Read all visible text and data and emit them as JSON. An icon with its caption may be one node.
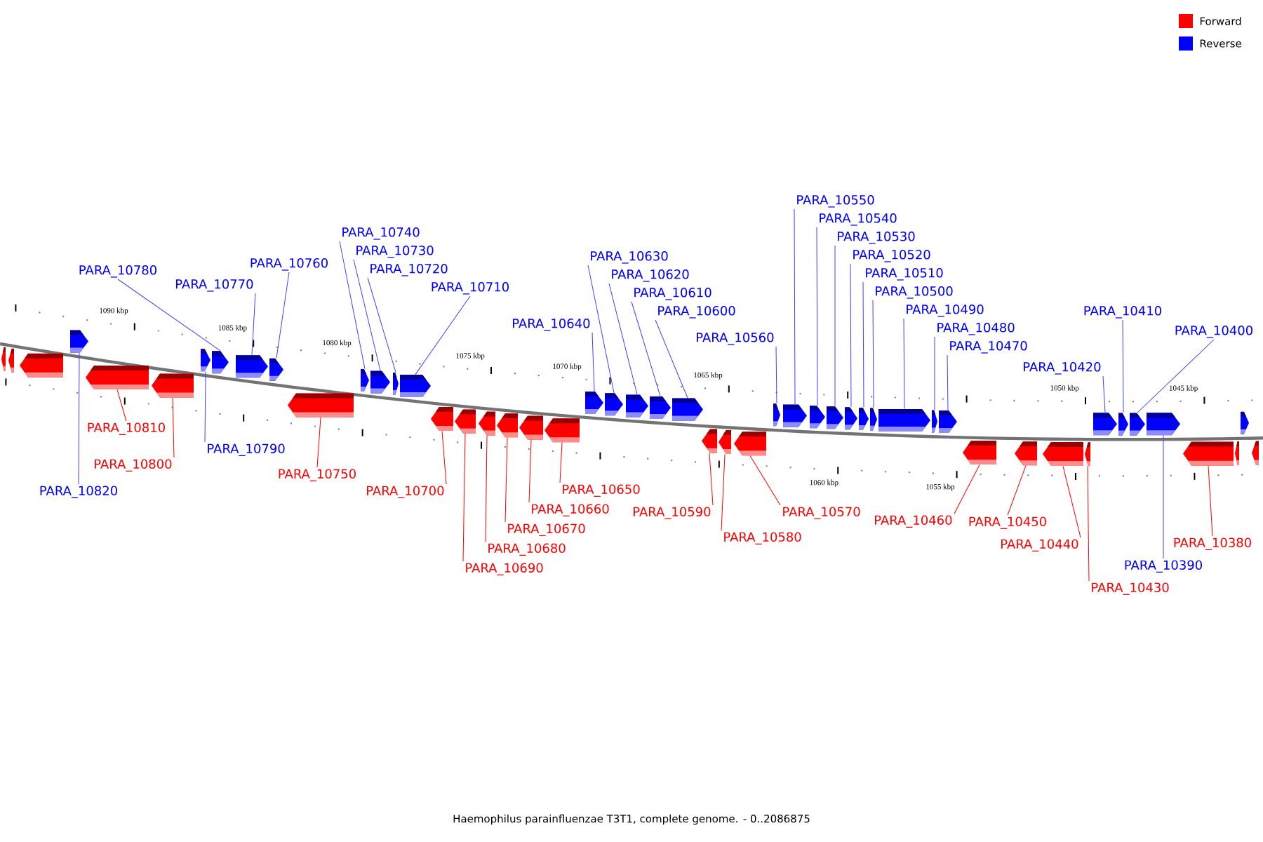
{
  "diagram": {
    "caption": "Haemophilus parainfluenzae T3T1, complete genome. - 0..2086875",
    "nodes": [
      {
        "text": [],
        "shape": "arrow"
      },
      {
        "text": [],
        "shape": "arrow"
      },
      {
        "text": [],
        "shape": "arrow"
      },
      {
        "text": [],
        "shape": "arrow"
      },
      {
        "text": [],
        "shape": "arrow"
      },
      {
        "text": [],
        "shape": "arrow"
      },
      {
        "text": [],
        "shape": "arrow"
      },
      {
        "text": [],
        "shape": "arrow"
      },
      {
        "text": [],
        "shape": "arrow"
      },
      {
        "text": [],
        "shape": "arrow"
      },
      {
        "text": [],
        "shape": "arrow"
      },
      {
        "text": [],
        "shape": "arrow"
      },
      {
        "text": [],
        "shape": "arrow"
      },
      {
        "text": [],
        "shape": "arrow"
      },
      {
        "text": [],
        "shape": "arrow"
      },
      {
        "text": [],
        "shape": "arrow"
      },
      {
        "text": [],
        "shape": "arrow"
      },
      {
        "text": [],
        "shape": "arrow"
      },
      {
        "text": [],
        "shape": "arrow"
      },
      {
        "text": [],
        "shape": "arrow"
      },
      {
        "text": [],
        "shape": "arrow"
      },
      {
        "text": [],
        "shape": "arrow"
      },
      {
        "text": [],
        "shape": "arrow"
      },
      {
        "text": [],
        "shape": "arrow"
      },
      {
        "text": [],
        "shape": "arrow"
      },
      {
        "text": [],
        "shape": "arrow"
      },
      {
        "text": [],
        "shape": "arrow"
      },
      {
        "text": [],
        "shape": "arrow"
      },
      {
        "text": [],
        "shape": "arrow"
      },
      {
        "text": [],
        "shape": "arrow"
      },
      {
        "text": [],
        "shape": "arrow"
      },
      {
        "text": [],
        "shape": "arrow"
      },
      {
        "text": [],
        "shape": "arrow"
      },
      {
        "text": [],
        "shape": "arrow"
      },
      {
        "text": [],
        "shape": "arrow"
      },
      {
        "text": [],
        "shape": "arrow"
      },
      {
        "text": [],
        "shape": "arrow"
      },
      {
        "text": [],
        "shape": "arrow"
      },
      {
        "text": [],
        "shape": "arrow"
      },
      {
        "text": [],
        "shape": "arrow"
      },
      {
        "text": [],
        "shape": "arrow"
      },
      {
        "text": [],
        "shape": "arrow"
      },
      {
        "text": [],
        "shape": "arrow"
      },
      {
        "text": [],
        "shape": "arrow"
      },
      {
        "text": [],
        "shape": "arrow"
      },
      {
        "text": [],
        "shape": "arrow"
      },
      {
        "text": [],
        "shape": "arrow"
      },
      {
        "text": [],
        "shape": "arrow"
      },
      {
        "text": [],
        "shape": "arrow"
      },
      {
        "text": [],
        "shape": "arrow"
      },
      {
        "text": [],
        "shape": "arrow"
      },
      {
        "text": [
          "PARA_10820"
        ]
      },
      {
        "text": [
          "PARA_10810"
        ]
      },
      {
        "text": [
          "PARA_10800"
        ]
      },
      {
        "text": [
          "PARA_10790"
        ]
      },
      {
        "text": [
          "PARA_10780"
        ]
      },
      {
        "text": [
          "PARA_10770"
        ]
      },
      {
        "text": [
          "PARA_10760"
        ]
      },
      {
        "text": [
          "PARA_10750"
        ]
      },
      {
        "text": [
          "PARA_10740"
        ]
      },
      {
        "text": [
          "PARA_10730"
        ]
      },
      {
        "text": [
          "PARA_10720"
        ]
      },
      {
        "text": [
          "PARA_10710"
        ]
      },
      {
        "text": [
          "PARA_10700"
        ]
      },
      {
        "text": [
          "PARA_10690"
        ]
      },
      {
        "text": [
          "PARA_10680"
        ]
      },
      {
        "text": [
          "PARA_10670"
        ]
      },
      {
        "text": [
          "PARA_10660"
        ]
      },
      {
        "text": [
          "PARA_10650"
        ]
      },
      {
        "text": [
          "PARA_10640"
        ]
      },
      {
        "text": [
          "PARA_10630"
        ]
      },
      {
        "text": [
          "PARA_10620"
        ]
      },
      {
        "text": [
          "PARA_10610"
        ]
      },
      {
        "text": [
          "PARA_10600"
        ]
      },
      {
        "text": [
          "PARA_10590"
        ]
      },
      {
        "text": [
          "PARA_10580"
        ]
      },
      {
        "text": [
          "PARA_10570"
        ]
      },
      {
        "text": [
          "PARA_10560"
        ]
      },
      {
        "text": [
          "PARA_10550"
        ]
      },
      {
        "text": [
          "PARA_10540"
        ]
      },
      {
        "text": [
          "PARA_10530"
        ]
      },
      {
        "text": [
          "PARA_10520"
        ]
      },
      {
        "text": [
          "PARA_10510"
        ]
      },
      {
        "text": [
          "PARA_10500"
        ]
      },
      {
        "text": [
          "PARA_10490"
        ]
      },
      {
        "text": [
          "PARA_10480"
        ]
      },
      {
        "text": [
          "PARA_10470"
        ]
      },
      {
        "text": [
          "PARA_10460"
        ]
      },
      {
        "text": [
          "PARA_10450"
        ]
      },
      {
        "text": [
          "PARA_10440"
        ]
      },
      {
        "text": [
          "PARA_10430"
        ]
      },
      {
        "text": [
          "PARA_10420"
        ]
      },
      {
        "text": [
          "PARA_10410"
        ]
      },
      {
        "text": [
          "PARA_10400"
        ]
      },
      {
        "text": [
          "PARA_10390"
        ]
      },
      {
        "text": [
          "PARA_10380"
        ]
      }
    ],
    "edges": [
      {
        "from": 51,
        "to": 3,
        "arrow": "none"
      },
      {
        "from": 52,
        "to": 4,
        "arrow": "none",
        "color": "#ff0000"
      },
      {
        "from": 53,
        "to": 5,
        "arrow": "none",
        "color": "#ff0000"
      },
      {
        "from": 54,
        "to": 6,
        "arrow": "none"
      },
      {
        "from": 55,
        "to": 7,
        "arrow": "none"
      },
      {
        "from": 56,
        "to": 8,
        "arrow": "none"
      },
      {
        "from": 57,
        "to": 9,
        "arrow": "none"
      },
      {
        "from": 58,
        "to": 10,
        "arrow": "none",
        "color": "#ff0000"
      },
      {
        "from": 59,
        "to": 11,
        "arrow": "none"
      },
      {
        "from": 60,
        "to": 12,
        "arrow": "none"
      },
      {
        "from": 61,
        "to": 13,
        "arrow": "none"
      },
      {
        "from": 62,
        "to": 14,
        "arrow": "none"
      },
      {
        "from": 63,
        "to": 15,
        "arrow": "none",
        "color": "#ff0000"
      },
      {
        "from": 64,
        "to": 16,
        "arrow": "none",
        "color": "#ff0000"
      },
      {
        "from": 65,
        "to": 17,
        "arrow": "none",
        "color": "#ff0000"
      },
      {
        "from": 66,
        "to": 18,
        "arrow": "none",
        "color": "#ff0000"
      },
      {
        "from": 67,
        "to": 19,
        "arrow": "none",
        "color": "#ff0000"
      },
      {
        "from": 68,
        "to": 20,
        "arrow": "none",
        "color": "#ff0000"
      },
      {
        "from": 69,
        "to": 21,
        "arrow": "none"
      },
      {
        "from": 70,
        "to": 22,
        "arrow": "none"
      },
      {
        "from": 71,
        "to": 23,
        "arrow": "none"
      },
      {
        "from": 72,
        "to": 24,
        "arrow": "none"
      },
      {
        "from": 73,
        "to": 25,
        "arrow": "none"
      },
      {
        "from": 74,
        "to": 26,
        "arrow": "none",
        "color": "#ff0000"
      },
      {
        "from": 75,
        "to": 27,
        "arrow": "none",
        "color": "#ff0000"
      },
      {
        "from": 76,
        "to": 28,
        "arrow": "none",
        "color": "#ff0000"
      },
      {
        "from": 77,
        "to": 29,
        "arrow": "none"
      },
      {
        "from": 78,
        "to": 30,
        "arrow": "none"
      },
      {
        "from": 79,
        "to": 31,
        "arrow": "none"
      },
      {
        "from": 80,
        "to": 32,
        "arrow": "none"
      },
      {
        "from": 81,
        "to": 33,
        "arrow": "none"
      },
      {
        "from": 82,
        "to": 34,
        "arrow": "none"
      },
      {
        "from": 83,
        "to": 35,
        "arrow": "none"
      },
      {
        "from": 84,
        "to": 36,
        "arrow": "none"
      },
      {
        "from": 85,
        "to": 37,
        "arrow": "none"
      },
      {
        "from": 86,
        "to": 38,
        "arrow": "none"
      },
      {
        "from": 87,
        "to": 39,
        "arrow": "none",
        "color": "#ff0000"
      },
      {
        "from": 88,
        "to": 40,
        "arrow": "none",
        "color": "#ff0000"
      },
      {
        "from": 89,
        "to": 41,
        "arrow": "none",
        "color": "#ff0000"
      },
      {
        "from": 90,
        "to": 42,
        "arrow": "none",
        "color": "#ff0000"
      },
      {
        "from": 91,
        "to": 43,
        "arrow": "none"
      },
      {
        "from": 92,
        "to": 44,
        "arrow": "none"
      },
      {
        "from": 93,
        "to": 45,
        "arrow": "none"
      },
      {
        "from": 94,
        "to": 46,
        "arrow": "none"
      },
      {
        "from": 95,
        "to": 47,
        "arrow": "none",
        "color": "#ff0000"
      }
    ],
    "labels": [
      "1090 kbp",
      "1085 kbp",
      "1080 kbp",
      "1075 kbp",
      "1070 kbp",
      "1065 kbp",
      "1060 kbp",
      "1055 kbp",
      "1050 kbp",
      "1045 kbp"
    ],
    "legend": [
      {
        "text": "Forward",
        "color": "#ff0000"
      },
      {
        "text": "Reverse",
        "color": "#0000ff"
      }
    ]
  }
}
